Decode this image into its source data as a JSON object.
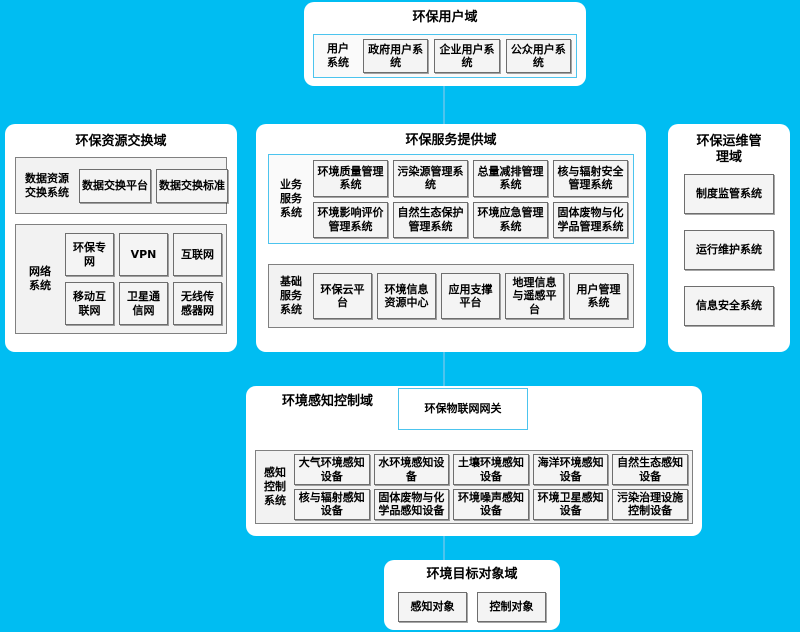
{
  "diagram": {
    "background_color": "#00bdf2",
    "accent_color": "#4cc4ee"
  },
  "user_domain": {
    "title": "环保用户域",
    "group_label": "用户\n系统",
    "group_label_line1": "用户",
    "group_label_line2": "系统",
    "items": [
      "政府用户系统",
      "企业用户系统",
      "公众用户系统"
    ]
  },
  "resource_exchange_domain": {
    "title": "环保资源交换域",
    "data_group": {
      "label_line1": "数据资源",
      "label_line2": "交换系统",
      "items": [
        "数据交换平台",
        "数据交换标准"
      ]
    },
    "network_group": {
      "label_line1": "网络",
      "label_line2": "系统",
      "row1": [
        "环保专网",
        "VPN",
        "互联网"
      ],
      "row2": [
        "移动互联网",
        "卫星通信网",
        "无线传感器网"
      ]
    }
  },
  "service_domain": {
    "title": "环保服务提供域",
    "business_group": {
      "label_line1": "业务",
      "label_line2": "服务",
      "label_line3": "系统",
      "row1": [
        "环境质量管理系统",
        "污染源管理系统",
        "总量减排管理系统",
        "核与辐射安全管理系统"
      ],
      "row2": [
        "环境影响评价管理系统",
        "自然生态保护管理系统",
        "环境应急管理系统",
        "固体废物与化学品管理系统"
      ]
    },
    "infra_group": {
      "label_line1": "基础",
      "label_line2": "服务",
      "label_line3": "系统",
      "items": [
        "环保云平台",
        "环境信息资源中心",
        "应用支撑平台",
        "地理信息与遥感平台",
        "用户管理系统"
      ]
    }
  },
  "ops_domain": {
    "title_line1": "环保运维管",
    "title_line2": "理域",
    "items": [
      "制度监管系统",
      "运行维护系统",
      "信息安全系统"
    ]
  },
  "sensing_domain": {
    "title": "环境感知控制域",
    "gateway": "环保物联网网关",
    "group": {
      "label_line1": "感知",
      "label_line2": "控制",
      "label_line3": "系统",
      "row1": [
        "大气环境感知设备",
        "水环境感知设备",
        "土壤环境感知设备",
        "海洋环境感知设备",
        "自然生态感知设备"
      ],
      "row2": [
        "核与辐射感知设备",
        "固体废物与化学品感知设备",
        "环境噪声感知设备",
        "环境卫星感知设备",
        "污染治理设施控制设备"
      ]
    }
  },
  "target_domain": {
    "title": "环境目标对象域",
    "items": [
      "感知对象",
      "控制对象"
    ]
  }
}
